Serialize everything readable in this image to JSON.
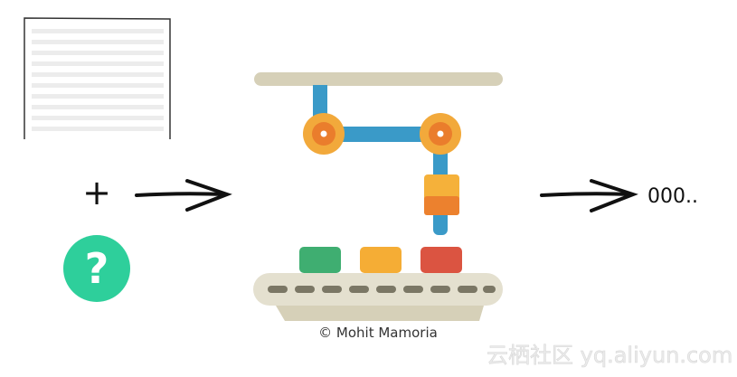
{
  "input": {
    "document_label": "document",
    "plus_symbol": "+",
    "question_symbol": "?"
  },
  "output": {
    "text": "000.."
  },
  "machine": {
    "credit": "© Mohit Mamoria"
  },
  "watermark": "云栖社区 yq.aliyun.com",
  "colors": {
    "rail": "#d6d0b8",
    "arm": "#3a9ac8",
    "joint": "#f2a93b",
    "joint_inner": "#ea7d2c",
    "green_box": "#3fae71",
    "yellow_box": "#f5ad35",
    "red_box": "#db5441",
    "question_circle": "#2ecf9b"
  }
}
